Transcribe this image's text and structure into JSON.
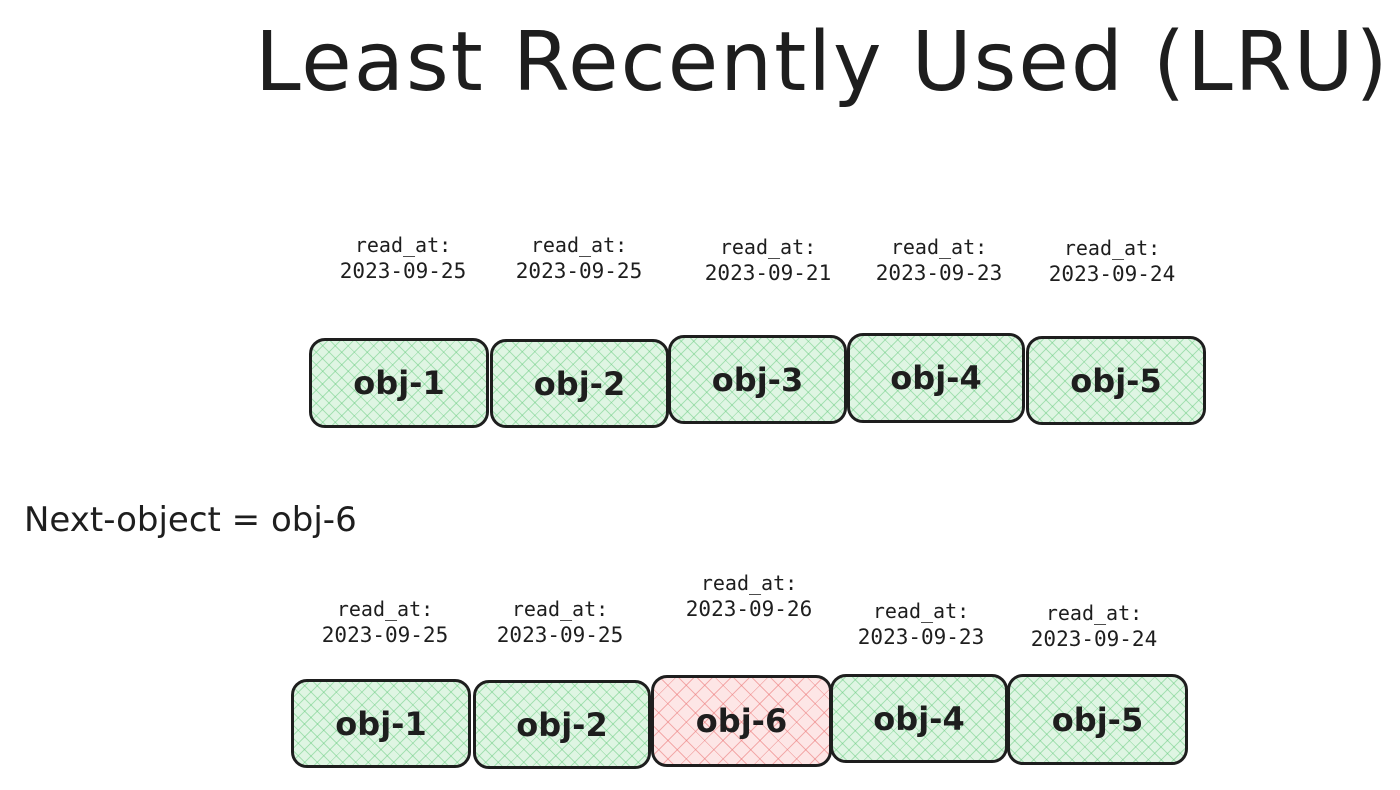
{
  "title": "Least Recently Used (LRU)",
  "next_object_label": "Next-object = obj-6",
  "read_at_key": "read_at:",
  "colors": {
    "existing": "#dff5e3",
    "new": "#fde6e6",
    "stroke": "#1e1e1e"
  },
  "before": {
    "items": [
      {
        "name": "obj-1",
        "read_at": "2023-09-25"
      },
      {
        "name": "obj-2",
        "read_at": "2023-09-25"
      },
      {
        "name": "obj-3",
        "read_at": "2023-09-21"
      },
      {
        "name": "obj-4",
        "read_at": "2023-09-23"
      },
      {
        "name": "obj-5",
        "read_at": "2023-09-24"
      }
    ]
  },
  "after": {
    "items": [
      {
        "name": "obj-1",
        "read_at": "2023-09-25"
      },
      {
        "name": "obj-2",
        "read_at": "2023-09-25"
      },
      {
        "name": "obj-6",
        "read_at": "2023-09-26"
      },
      {
        "name": "obj-4",
        "read_at": "2023-09-23"
      },
      {
        "name": "obj-5",
        "read_at": "2023-09-24"
      }
    ]
  }
}
